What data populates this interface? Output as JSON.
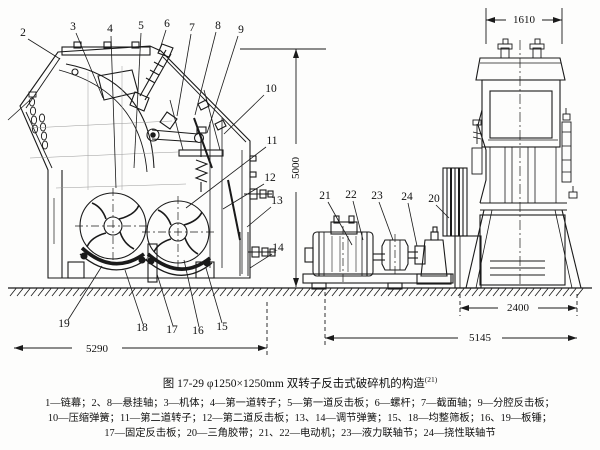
{
  "figure": {
    "title": "图 17-29  φ1250×1250mm 双转子反击式破碎机的构造",
    "title_ref": "(21)",
    "legend_lines": [
      "1—链幕；2、8—悬挂轴；3—机体；4—第一道转子；5—第一道反击板；6—螺杆；7—截面轴；9—分腔反击板；",
      "10—压缩弹簧；11—第二道转子；12—第二道反击板；13、14—调节弹簧；15、18—均整筛板；16、19—板锤；",
      "17—固定反击板；20—三角胶带；21、22—电动机；23—液力联轴节；24—挠性联轴节"
    ]
  },
  "left_view": {
    "callouts_top": [
      "2",
      "3",
      "4",
      "5",
      "6",
      "7",
      "8",
      "9"
    ],
    "callouts_right": [
      "10",
      "11",
      "12",
      "13",
      "14"
    ],
    "callouts_bottom": [
      "19",
      "18",
      "17",
      "16",
      "15"
    ],
    "dim_width": "5290",
    "dim_height": "5000"
  },
  "right_view": {
    "callouts": [
      "21",
      "22",
      "23",
      "24",
      "20"
    ],
    "dim_top_width": "1610",
    "dim_base_width": "2400",
    "dim_overall_width": "5145"
  }
}
